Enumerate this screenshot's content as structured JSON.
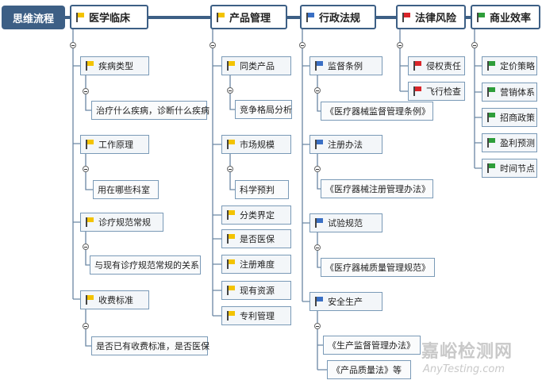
{
  "root": {
    "label": "思维流程"
  },
  "colors": {
    "yellow": "#f3c300",
    "blue": "#3a6fc4",
    "red": "#d9262a",
    "green": "#2e9e3a",
    "line": "#3d5f85"
  },
  "branches": [
    {
      "label": "医学临床",
      "flag": "yellow",
      "items": [
        {
          "label": "疾病类型",
          "child": "治疗什么疾病，诊断什么疾病"
        },
        {
          "label": "工作原理",
          "child": "用在哪些科室"
        },
        {
          "label": "诊疗规范常规",
          "child": "与现有诊疗规范常规的关系"
        },
        {
          "label": "收费标准",
          "child": "是否已有收费标准，是否医保"
        }
      ]
    },
    {
      "label": "产品管理",
      "flag": "yellow",
      "items": [
        {
          "label": "同类产品",
          "child": "竞争格局分析"
        },
        {
          "label": "市场规模",
          "child": "科学预判"
        },
        {
          "label": "分类界定"
        },
        {
          "label": "是否医保"
        },
        {
          "label": "注册难度"
        },
        {
          "label": "现有资源"
        },
        {
          "label": "专利管理"
        }
      ]
    },
    {
      "label": "行政法规",
      "flag": "blue",
      "items": [
        {
          "label": "监督条例",
          "child": "《医疗器械监督管理条例》"
        },
        {
          "label": "注册办法",
          "child": "《医疗器械注册管理办法》"
        },
        {
          "label": "试验规范",
          "child": "《医疗器械质量管理规范》"
        },
        {
          "label": "安全生产",
          "children": [
            "《生产监督管理办法》",
            "《产品质量法》等"
          ]
        }
      ]
    },
    {
      "label": "法律风险",
      "flag": "red",
      "items": [
        {
          "label": "侵权责任"
        },
        {
          "label": "飞行检查"
        }
      ]
    },
    {
      "label": "商业效率",
      "flag": "green",
      "items": [
        {
          "label": "定价策略"
        },
        {
          "label": "营销体系"
        },
        {
          "label": "招商政策"
        },
        {
          "label": "盈利预测"
        },
        {
          "label": "时间节点"
        }
      ]
    }
  ],
  "watermark": {
    "cn": "嘉峪检测网",
    "en": "AnyTesting.com"
  }
}
